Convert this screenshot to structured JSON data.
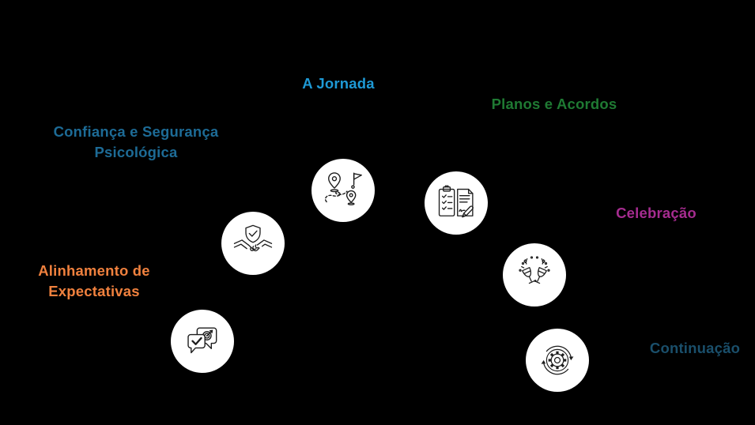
{
  "background_color": "#000000",
  "stages": [
    {
      "id": "alinhamento-de-expectativas",
      "label": "Alinhamento de Expectativas",
      "lines": [
        "Alinhamento de",
        "Expectativas"
      ],
      "color": "#F0813E",
      "icon": "chat-bubbles-check-target-icon"
    },
    {
      "id": "confianca-e-seguranca-psicologica",
      "label": "Confiança e Segurança Psicológica",
      "lines": [
        "Confiança e Segurança",
        "Psicológica"
      ],
      "color": "#1D6B96",
      "icon": "shield-handshake-icon"
    },
    {
      "id": "a-jornada",
      "label": "A Jornada",
      "lines": [
        "A Jornada"
      ],
      "color": "#1E9AD6",
      "icon": "journey-map-icon"
    },
    {
      "id": "planos-e-acordos",
      "label": "Planos e Acordos",
      "lines": [
        "Planos e Acordos"
      ],
      "color": "#1F7A33",
      "icon": "clipboard-signature-icon"
    },
    {
      "id": "celebracao",
      "label": "Celebração",
      "lines": [
        "Celebração"
      ],
      "color": "#A62C90",
      "icon": "toast-glasses-icon"
    },
    {
      "id": "continuacao",
      "label": "Continuação",
      "lines": [
        "Continuação"
      ],
      "color": "#1A4F6B",
      "icon": "gear-cycle-arrows-icon"
    }
  ]
}
